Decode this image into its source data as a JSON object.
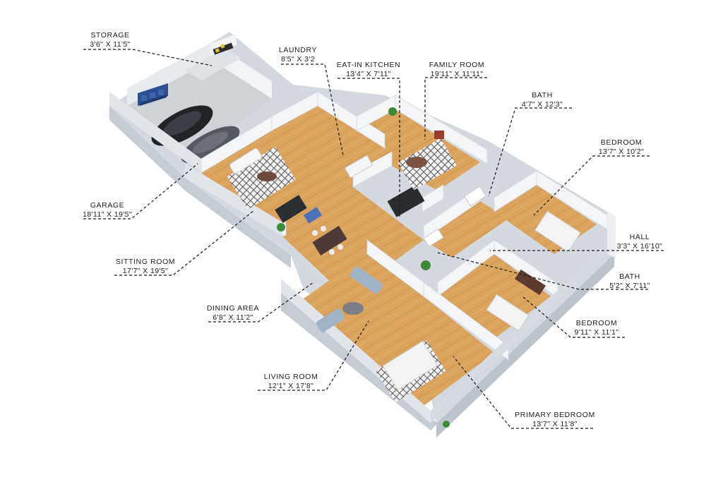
{
  "rooms": [
    {
      "key": "storage",
      "name": "STORAGE",
      "dims": "3'6\" X 11'5\""
    },
    {
      "key": "laundry",
      "name": "LAUNDRY",
      "dims": "8'5\" X 3'2"
    },
    {
      "key": "kitchen",
      "name": "EAT-IN KITCHEN",
      "dims": "13'4\" X 7'11\""
    },
    {
      "key": "family",
      "name": "FAMILY ROOM",
      "dims": "19'11\" X 11'11\""
    },
    {
      "key": "bath1",
      "name": "BATH",
      "dims": "4'7\" X 12'3\""
    },
    {
      "key": "bedroom1",
      "name": "BEDROOM",
      "dims": "13'7\" X 10'2\""
    },
    {
      "key": "hall",
      "name": "HALL",
      "dims": "3'3\" X 16'10\""
    },
    {
      "key": "bath2",
      "name": "BATH",
      "dims": "5'2\" X 7'11\""
    },
    {
      "key": "bedroom2",
      "name": "BEDROOM",
      "dims": "9'11\" X 11'1\""
    },
    {
      "key": "primary",
      "name": "PRIMARY BEDROOM",
      "dims": "13'7\" X 11'8\""
    },
    {
      "key": "living",
      "name": "LIVING ROOM",
      "dims": "12'1\" X 17'8\""
    },
    {
      "key": "dining",
      "name": "DINING AREA",
      "dims": "6'8\" X 11'2\""
    },
    {
      "key": "sitting",
      "name": "SITTING ROOM",
      "dims": "17'7\" X 19'5\""
    },
    {
      "key": "garage",
      "name": "GARAGE",
      "dims": "18'11\" X 19'5\""
    }
  ],
  "colors": {
    "floor_wood": "#d9a25a",
    "floor_wood_dark": "#c98c43",
    "garage_floor": "#c9ccd1",
    "wall_top": "#f4f5f7",
    "wall_side": "#dfe3e8",
    "wall_front": "#cfd5dc",
    "leader": "#1a1a1a",
    "text": "#222222"
  }
}
